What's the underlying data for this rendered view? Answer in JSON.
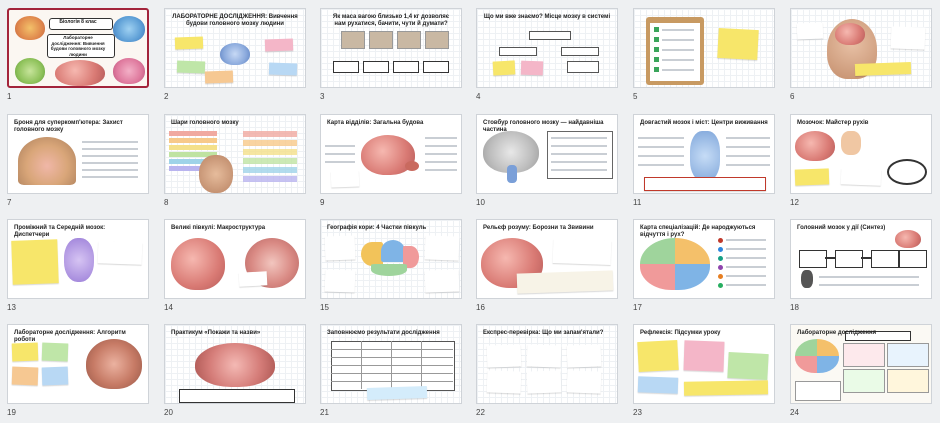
{
  "app": {
    "view": "slide-sorter"
  },
  "slides": [
    {
      "n": "1",
      "title": "Біологія 8 клас",
      "subtitle": "Лабораторне дослідження: Вивчення будови головного мозку людини",
      "selected": true,
      "style": "cover"
    },
    {
      "n": "2",
      "title": "ЛАБОРАТОРНЕ ДОСЛІДЖЕННЯ: Вивчення будови головного мозку людини",
      "style": "mindmap"
    },
    {
      "n": "3",
      "title": "Як маса вагою близько 1,4 кг дозволяє нам рухатися, бачити, чути й думати?",
      "style": "flow"
    },
    {
      "n": "4",
      "title": "Що ми вже знаємо? Місце мозку в системі",
      "style": "tree"
    },
    {
      "n": "5",
      "title": "",
      "style": "clipboard"
    },
    {
      "n": "6",
      "title": "",
      "style": "head"
    },
    {
      "n": "7",
      "title": "Броня для суперкомп'ютера: Захист головного мозку",
      "style": "layers"
    },
    {
      "n": "8",
      "title": "Шари головного мозку",
      "style": "layers-color"
    },
    {
      "n": "9",
      "title": "Карта відділів: Загальна будова",
      "style": "brain-side"
    },
    {
      "n": "10",
      "title": "Стовбур головного мозку — найдавніша частина",
      "style": "brain-grey"
    },
    {
      "n": "11",
      "title": "Довгастий мозок і міст: Центри виживання",
      "style": "stem"
    },
    {
      "n": "12",
      "title": "Мозочок: Майстер рухів",
      "style": "cerebellum"
    },
    {
      "n": "13",
      "title": "Проміжний та Середній мозок: Диспетчери",
      "style": "diencephalon"
    },
    {
      "n": "14",
      "title": "Великі півкулі: Макроструктура",
      "style": "hemispheres"
    },
    {
      "n": "15",
      "title": "Географія кори: 4 Частки півкуль",
      "style": "lobes"
    },
    {
      "n": "16",
      "title": "Рельєф розуму: Борозни та Звивини",
      "style": "relief"
    },
    {
      "n": "17",
      "title": "Карта спеціалізацій: Де народжуються відчуття і рух?",
      "style": "map"
    },
    {
      "n": "18",
      "title": "Головний мозок у дії (Синтез)",
      "style": "synthesis"
    },
    {
      "n": "19",
      "title": "Лабораторне дослідження: Алгоритм роботи",
      "style": "algorithm"
    },
    {
      "n": "20",
      "title": "Практикум «Покажи та назви»",
      "style": "practice"
    },
    {
      "n": "21",
      "title": "Заповнюємо результати дослідження",
      "style": "table"
    },
    {
      "n": "22",
      "title": "Експрес-перевірка: Що ми запам'ятали?",
      "style": "quiz"
    },
    {
      "n": "23",
      "title": "Рефлексія: Підсумки уроку",
      "style": "reflection"
    },
    {
      "n": "24",
      "title": "Лабораторне дослідження",
      "style": "summary"
    }
  ],
  "colors": {
    "selected_border": "#a3243b",
    "brain": "#e08c86",
    "note_yellow": "#f7e66a",
    "note_green": "#bfe6a8",
    "note_pink": "#f4b6c8",
    "accent_blue": "#5a8fd6"
  }
}
